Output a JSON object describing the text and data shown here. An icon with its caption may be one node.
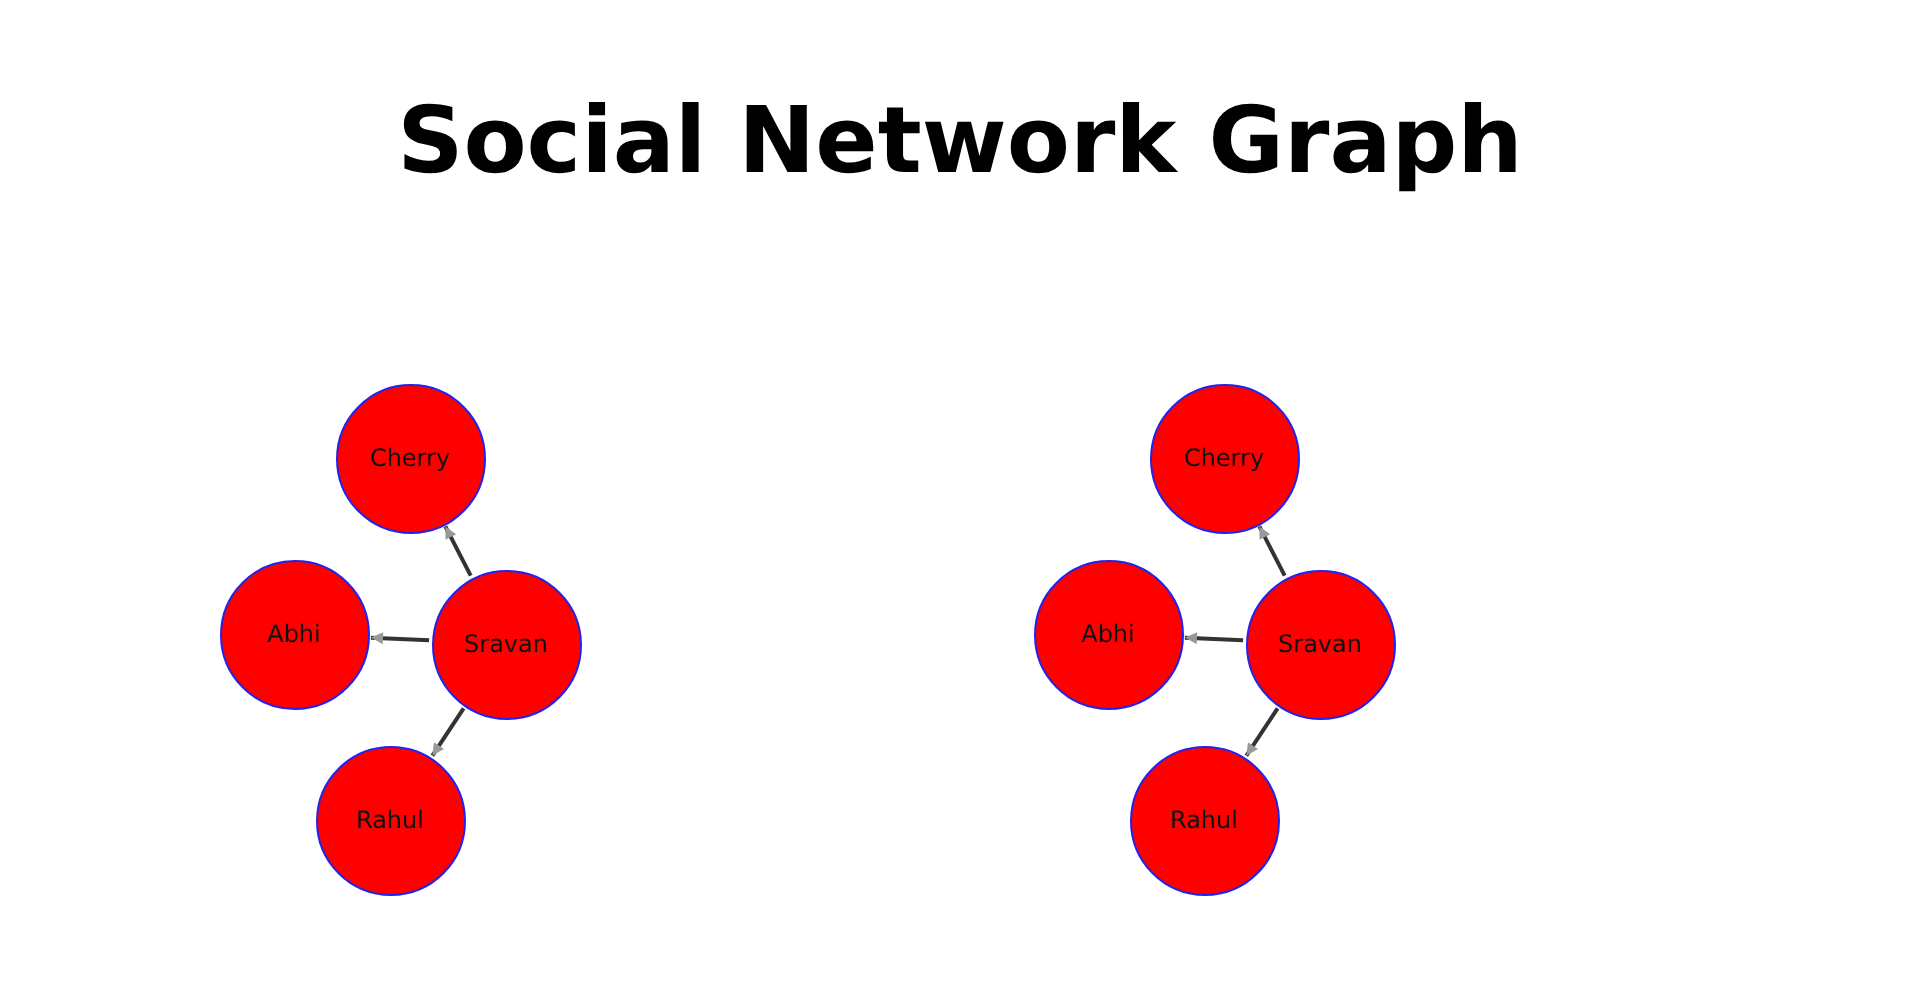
{
  "diagram": {
    "title": "Social Network Graph",
    "nodes": [
      {
        "text": [
          "Cherry"
        ]
      },
      {
        "text": [
          "Abhi"
        ]
      },
      {
        "text": [
          "Sravan"
        ]
      },
      {
        "text": [
          "Rahul"
        ]
      },
      {
        "text": [
          "Cherry"
        ]
      },
      {
        "text": [
          "Abhi"
        ]
      },
      {
        "text": [
          "Sravan"
        ]
      },
      {
        "text": [
          "Rahul"
        ]
      }
    ],
    "edges": [
      {
        "from": 2,
        "to": 0,
        "arrow": "to"
      },
      {
        "from": 2,
        "to": 1,
        "arrow": "to"
      },
      {
        "from": 2,
        "to": 3,
        "arrow": "to"
      },
      {
        "from": 6,
        "to": 4,
        "arrow": "to"
      },
      {
        "from": 6,
        "to": 5,
        "arrow": "to"
      },
      {
        "from": 6,
        "to": 7,
        "arrow": "to"
      }
    ]
  }
}
